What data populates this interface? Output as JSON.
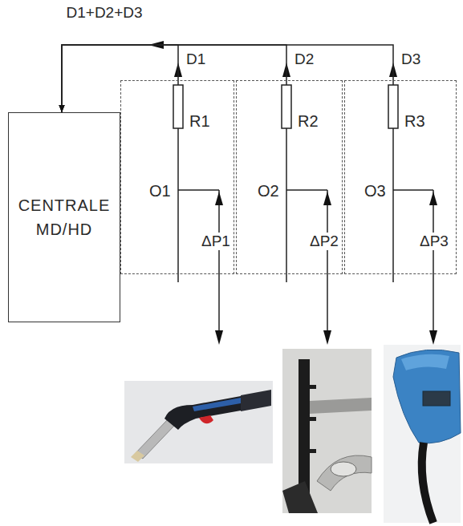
{
  "diagram": {
    "nodes": [
      {
        "text": [
          "CENTRALE MD/HD"
        ]
      },
      {
        "text": [
          "O1",
          "R1",
          "ΔP1"
        ]
      },
      {
        "text": [
          "O2",
          "R2",
          "ΔP2"
        ]
      },
      {
        "text": [
          "O3",
          "R3",
          "ΔP3"
        ]
      }
    ],
    "edges": [
      {
        "from": 1,
        "to": 0,
        "arrow": "to",
        "label": "D1"
      },
      {
        "from": 2,
        "to": 0,
        "arrow": "to",
        "label": "D2"
      },
      {
        "from": 3,
        "to": 0,
        "arrow": "to",
        "label": "D3"
      }
    ],
    "labels": [
      "D1+D2+D3"
    ]
  }
}
